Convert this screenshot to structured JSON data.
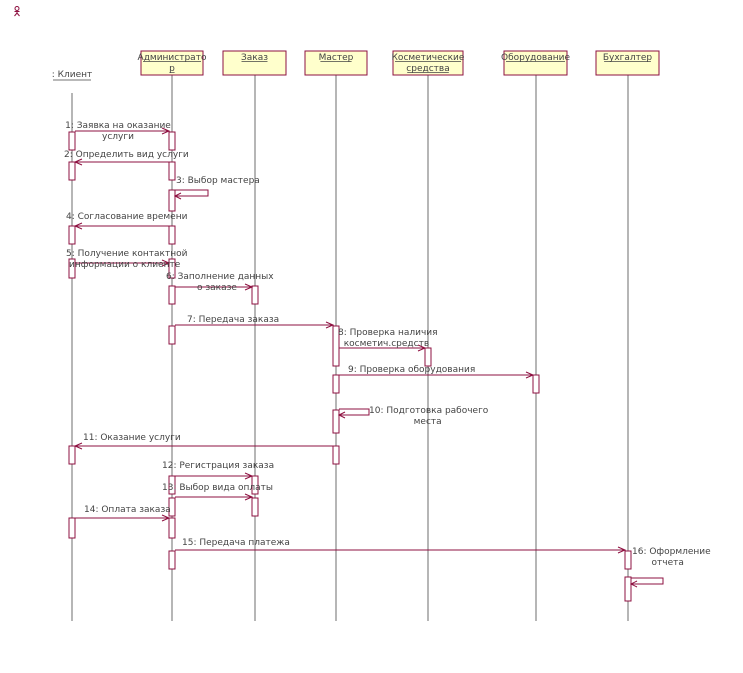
{
  "diagram": {
    "accent_color": "#8e1040",
    "header_fill": "#ffffcc",
    "corner_icon": "actor-icon",
    "actor": {
      "name": ": Клиент"
    },
    "objects": [
      {
        "lines": [
          "Администрато",
          "р"
        ]
      },
      {
        "lines": [
          "Заказ"
        ]
      },
      {
        "lines": [
          "Мастер"
        ]
      },
      {
        "lines": [
          "Косметические",
          "средства"
        ]
      },
      {
        "lines": [
          "Оборудование"
        ]
      },
      {
        "lines": [
          "Бухгалтер"
        ]
      }
    ],
    "messages": [
      {
        "from": 0,
        "to": 1,
        "lines": [
          "1: Заявка на оказание",
          "услуги"
        ]
      },
      {
        "from": 1,
        "to": 0,
        "lines": [
          "2: Определить вид услуги"
        ]
      },
      {
        "from": 1,
        "to": 1,
        "lines": [
          "3: Выбор мастера"
        ]
      },
      {
        "from": 1,
        "to": 0,
        "lines": [
          "4: Согласование времени"
        ]
      },
      {
        "from": 0,
        "to": 1,
        "lines": [
          "5: Получение контактной",
          "информации о клиенте"
        ]
      },
      {
        "from": 1,
        "to": 2,
        "lines": [
          "6: Заполнение данных",
          "о заказе"
        ]
      },
      {
        "from": 1,
        "to": 3,
        "lines": [
          "7: Передача заказа"
        ]
      },
      {
        "from": 3,
        "to": 4,
        "lines": [
          "8: Проверка наличия",
          "косметич.средств"
        ]
      },
      {
        "from": 3,
        "to": 5,
        "lines": [
          "9: Проверка оборудования"
        ]
      },
      {
        "from": 3,
        "to": 3,
        "lines": [
          "10: Подготовка рабочего",
          "места"
        ]
      },
      {
        "from": 3,
        "to": 0,
        "lines": [
          "11: Оказание услуги"
        ]
      },
      {
        "from": 1,
        "to": 2,
        "lines": [
          "12: Регистрация заказа"
        ]
      },
      {
        "from": 1,
        "to": 2,
        "lines": [
          "13: Выбор вида оплаты"
        ]
      },
      {
        "from": 0,
        "to": 1,
        "lines": [
          "14: Оплата заказа"
        ]
      },
      {
        "from": 1,
        "to": 6,
        "lines": [
          "15: Передача платежа"
        ]
      },
      {
        "from": 6,
        "to": 6,
        "lines": [
          "16: Оформление",
          "отчета"
        ]
      }
    ]
  }
}
